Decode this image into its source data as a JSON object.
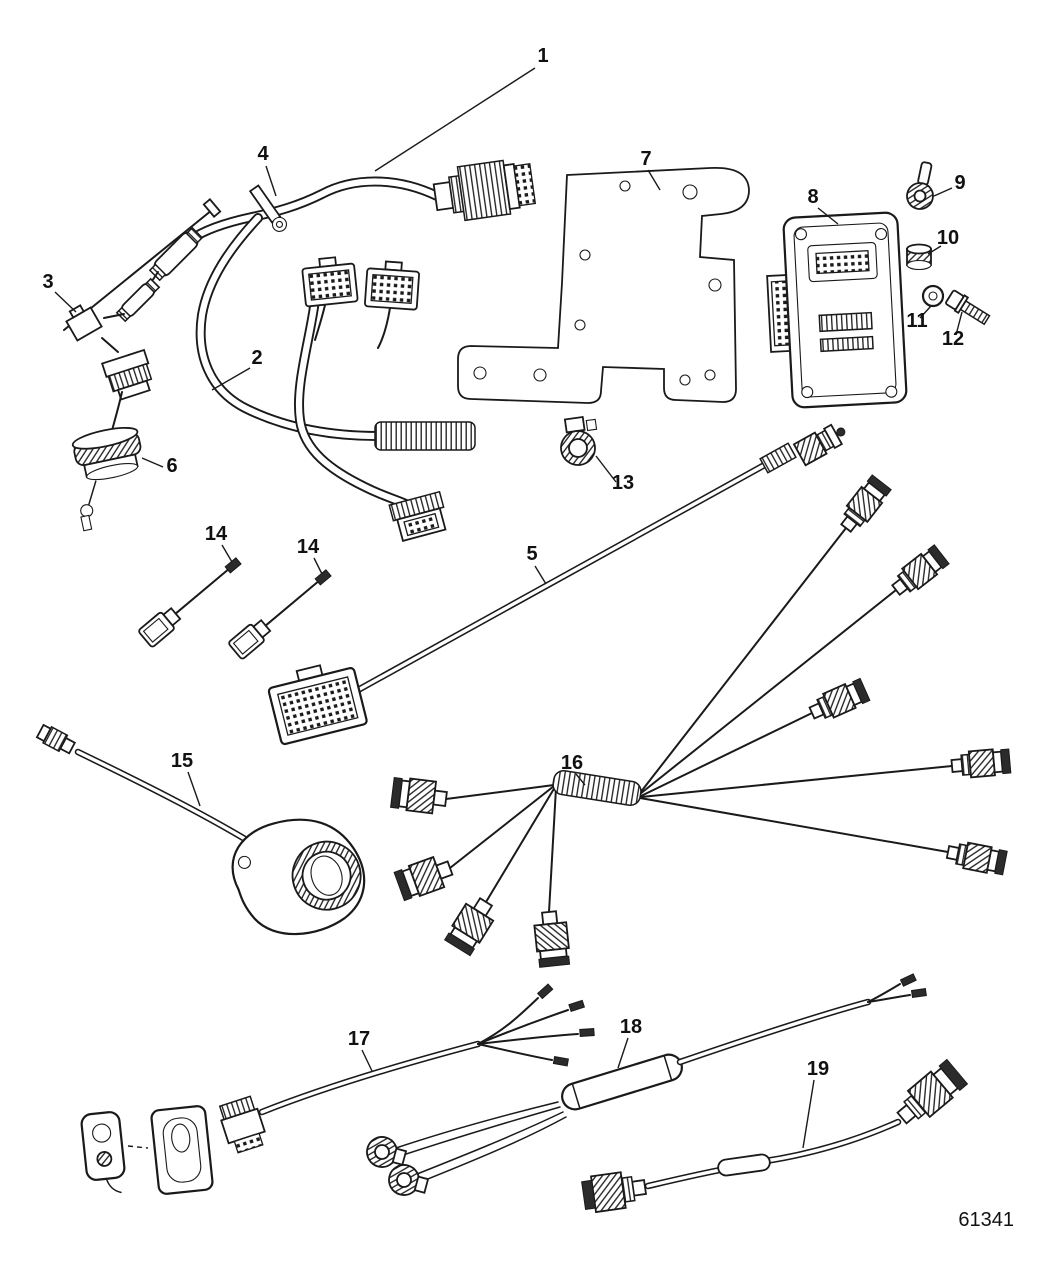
{
  "figure_number": "61341",
  "colors": {
    "line": "#1a1a1a",
    "background": "#ffffff"
  },
  "callouts": [
    {
      "label": "1"
    },
    {
      "label": "2"
    },
    {
      "label": "3"
    },
    {
      "label": "4"
    },
    {
      "label": "5"
    },
    {
      "label": "6"
    },
    {
      "label": "7"
    },
    {
      "label": "8"
    },
    {
      "label": "9"
    },
    {
      "label": "10"
    },
    {
      "label": "11"
    },
    {
      "label": "12"
    },
    {
      "label": "13"
    },
    {
      "label": "14"
    },
    {
      "label": "14"
    },
    {
      "label": "15"
    },
    {
      "label": "16"
    },
    {
      "label": "17"
    },
    {
      "label": "18"
    },
    {
      "label": "19"
    }
  ]
}
